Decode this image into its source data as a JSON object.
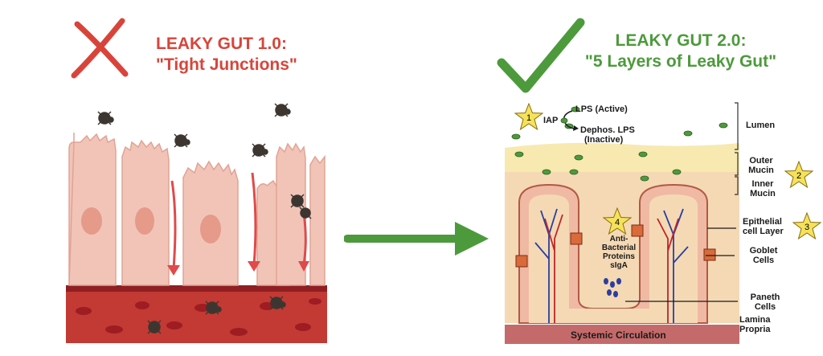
{
  "left_panel": {
    "title_line1": "LEAKY GUT 1.0:",
    "title_line2": "\"Tight Junctions\""
  },
  "right_panel": {
    "title_line1": "LEAKY GUT 2.0:",
    "title_line2": "\"5 Layers of Leaky Gut\"",
    "labels": {
      "lps_active": "LPS (Active)",
      "iap": "IAP",
      "dephos": "Dephos. LPS",
      "inactive": "(Inactive)",
      "lumen": "Lumen",
      "outer_mucin_1": "Outer",
      "outer_mucin_2": "Mucin",
      "inner_mucin_1": "Inner",
      "inner_mucin_2": "Mucin",
      "epithelial_1": "Epithelial",
      "epithelial_2": "cell Layer",
      "goblet_1": "Goblet",
      "goblet_2": "Cells",
      "paneth_1": "Paneth",
      "paneth_2": "Cells",
      "lamina_1": "Lamina",
      "lamina_2": "Propria",
      "antibac_1": "Anti-",
      "antibac_2": "Bacterial",
      "antibac_3": "Proteins",
      "antibac_4": "sIgA",
      "systemic": "Systemic Circulation"
    },
    "stars": [
      "1",
      "2",
      "3",
      "4"
    ]
  },
  "colors": {
    "red": "#d9443a",
    "green": "#4d9a3c",
    "cell_pink": "#f2c4b8",
    "blood_red": "#b0282c",
    "mucus_yellow": "#f7e9b0",
    "systemic_bar": "#8a2a2e"
  },
  "icons": [
    "x-mark-icon",
    "check-mark-icon",
    "arrow-right-icon",
    "bacteria-icon",
    "star-icon"
  ]
}
